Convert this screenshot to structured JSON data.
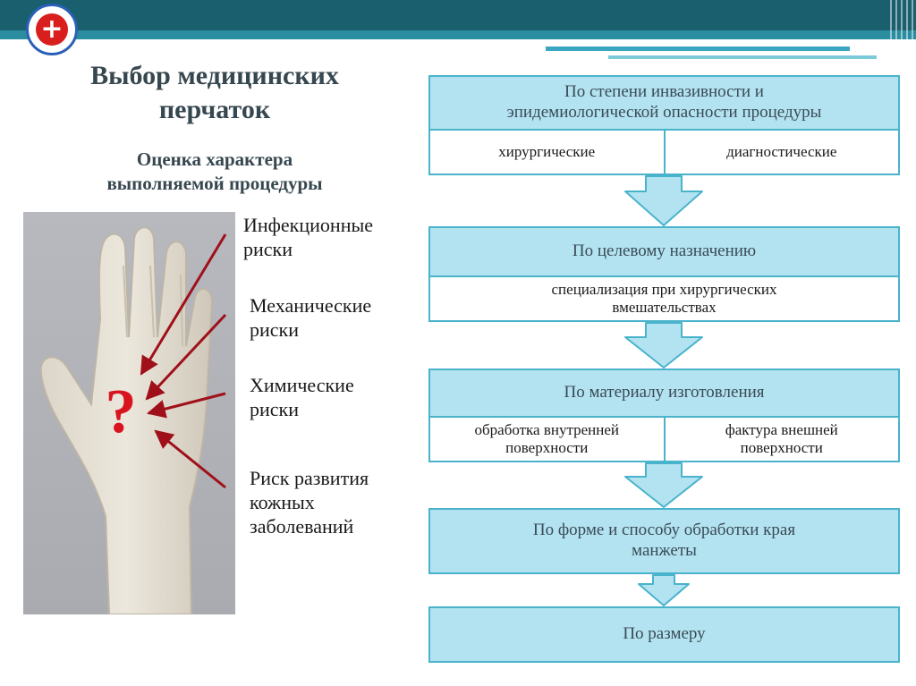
{
  "title": "Выбор медицинских\nперчаток",
  "subtitle": "Оценка характера\nвыполняемой процедуры",
  "risks": [
    "Инфекционные\nриски",
    "Механические\nриски",
    "Химические\nриски",
    "Риск развития\nкожных\nзаболеваний"
  ],
  "steps": [
    {
      "heading": "По степени инвазивности и\nэпидемиологической опасности процедуры",
      "options": [
        "хирургические",
        "диагностические"
      ]
    },
    {
      "heading": "По целевому назначению",
      "options": [
        "специализация при хирургических\nвмешательствах"
      ]
    },
    {
      "heading": "По материалу изготовления",
      "options": [
        "обработка внутренней\nповерхности",
        "фактура внешней\nповерхности"
      ]
    },
    {
      "heading": "По форме и способу обработки края\nманжеты",
      "options": []
    },
    {
      "heading": "По размеру",
      "options": []
    }
  ],
  "photo": {
    "mark": "?"
  },
  "colors": {
    "header_dark": "#1a5f6e",
    "accent": "#4ab3cc",
    "box_fill": "#b3e3f0",
    "risk_arrow": "#a0101a",
    "mark": "#d8141e"
  },
  "icons": {
    "logo": "red-cross-emblem-icon",
    "mark": "question-mark-icon"
  }
}
